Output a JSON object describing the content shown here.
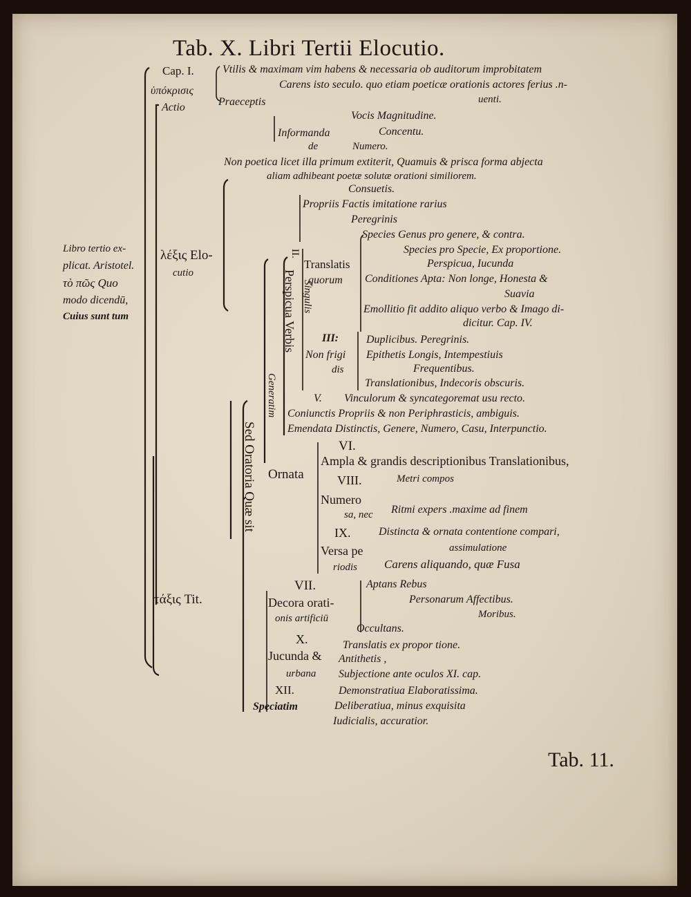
{
  "title": "Tab. X. Libri Tertii Elocutio.",
  "footer": "Tab. 11.",
  "left_note": [
    "Libro tertio ex-",
    "plicat. Aristotel.",
    "τὸ πῶς Quo",
    "modo dicendū,",
    "Cuius sunt tum"
  ],
  "lexis": {
    "greek": "λέξις Elo-",
    "latin": "cutio"
  },
  "taxis": "τάξις Tit.",
  "cap1": {
    "label": "Cap. I.",
    "greek": "ὑπόκρισις",
    "latin": "Actio",
    "praeceptis": "Praeceptis"
  },
  "cap1_items": [
    "Vtilis & maximam vim habens & necessaria ob auditorum improbitatem",
    "Carens isto seculo. quo etiam poeticæ orationis actores ferius .n-",
    "uenti."
  ],
  "informanda": {
    "label1": "Informanda",
    "label2": "de",
    "items": [
      "Vocis Magnitudine.",
      "Concentu.",
      "Numero."
    ]
  },
  "non_poetica": [
    "Non poetica licet illa primum extiterit, Quamuis & prisca forma abjecta",
    "aliam adhibeant poetæ solutæ orationi similiorem."
  ],
  "vertical": {
    "sed_oratoria": "Sed Oratoria Quæ sit",
    "generatim": "Generatim",
    "perspicua": "Perspicua Verbis",
    "singulis": "Singulis",
    "ii": "II."
  },
  "propriis": {
    "consuetis": "Consuetis.",
    "label": "Propriis Factis imitatione rarius",
    "peregrinis": "Peregrinis"
  },
  "translatis": {
    "label1": "Translatis",
    "label2": "quorum",
    "species": "Species Genus pro genere, & contra.",
    "species2": "Species pro Specie, Ex proportione.",
    "perspicua": "Perspicua, Iucunda",
    "conditiones": "Conditiones Apta: Non longe, Honesta &",
    "suavia": "Suavia",
    "emollitio": "Emollitio fit addito aliquo verbo & Imago di-",
    "dicitur": "dicitur. Cap. IV."
  },
  "non_frigidis": {
    "num": "III:",
    "label1": "Non frigi",
    "label2": "dis",
    "items": [
      "Duplicibus. Peregrinis.",
      "Epithetis Longis, Intempestiuis",
      "Frequentibus.",
      "Translationibus, Indecoris obscuris."
    ]
  },
  "v_section": {
    "num": "V.",
    "line1": "Vinculorum & syncategoremat usu recto.",
    "line2": "Coniunctis Propriis & non Periphrasticis, ambiguis.",
    "line3": "Emendata Distinctis, Genere, Numero, Casu, Interpunctio."
  },
  "ornata": {
    "label": "Ornata",
    "vi": "VI.",
    "ampla": "Ampla & grandis descriptionibus Translationibus,",
    "viii": "VIII.",
    "metri": "Metri compos",
    "numerosa1": "Numero",
    "numerosa2": "sa, nec",
    "ritmi": "Ritmi expers .maxime ad finem",
    "ix": "IX.",
    "versa1": "Versa pe",
    "versa2": "riodis",
    "distincta": "Distincta & ornata contentione compari,",
    "assimilatione": "assimulatione",
    "carens": "Carens aliquando, quæ Fusa"
  },
  "decora": {
    "num": "VII.",
    "label1": "Decora orati-",
    "label2": "onis artificiū",
    "aptans": "Aptans Rebus",
    "personarum": "Personarum Affectibus.",
    "moribus": "Moribus.",
    "occultans": "Occultans."
  },
  "jucunda": {
    "num": "X.",
    "label1": "Jucunda &",
    "label2": "urbana",
    "items": [
      "Translatis ex propor tione.",
      "Antithetis ,",
      "Subjectione ante oculos XI. cap."
    ]
  },
  "speciatim": {
    "num": "XII.",
    "label": "Speciatim",
    "items": [
      "Demonstratiua Elaboratissima.",
      "Deliberatiua, minus exquisita",
      "Iudicialis, accuratior."
    ]
  }
}
